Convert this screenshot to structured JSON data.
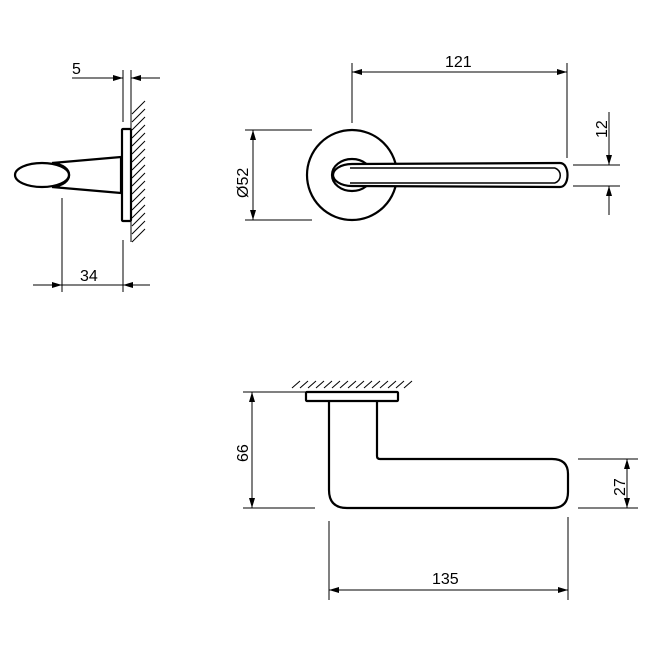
{
  "drawing": {
    "title": "Door lever handle technical drawing",
    "color": "#000000",
    "background": "#ffffff",
    "views": {
      "side": {
        "dim_rose_thickness": "5",
        "dim_projection": "34"
      },
      "front": {
        "dim_rose_diameter": "Ø52",
        "dim_lever_length": "121",
        "dim_lever_width": "12"
      },
      "top": {
        "dim_height": "66",
        "dim_grip_thickness": "27",
        "dim_total_length": "135"
      }
    }
  }
}
